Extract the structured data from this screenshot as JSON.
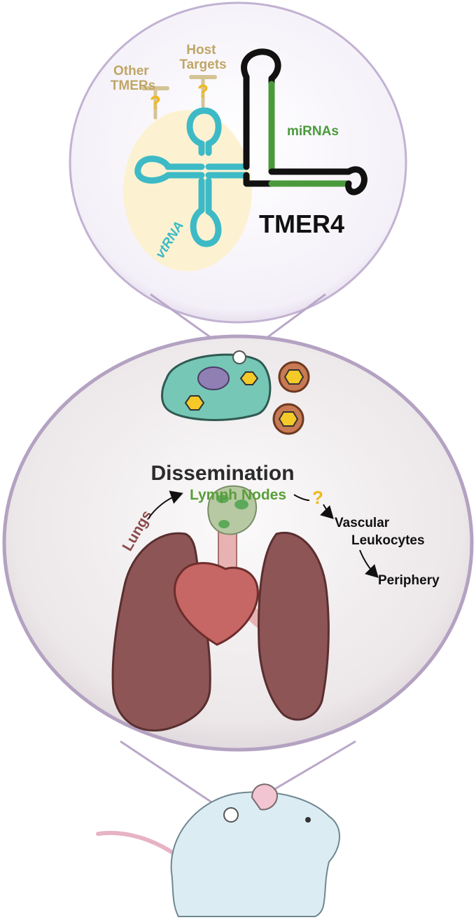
{
  "labels": {
    "other_tmers": [
      "Other",
      "TMERs"
    ],
    "host_targets": [
      "Host",
      "Targets"
    ],
    "question_mark": "?",
    "mirnas": "miRNAs",
    "vtrna": "vtRNA",
    "tmer4": "TMER4",
    "dissemination": "Dissemination",
    "lymph_nodes": "Lymph Nodes",
    "lungs": "Lungs",
    "vascular_leukocytes": [
      "Vascular",
      "Leukocytes"
    ],
    "periphery": "Periphery"
  },
  "colors": {
    "vtrna_stroke": "#3dbac6",
    "mirna_stroke": "#4a9a3c",
    "tmer_stroke": "#111111",
    "target_label": "#bfa666",
    "question": "#f1b81b",
    "lung": "#8e5556",
    "heart": "#c66665",
    "lymph": "#5a9e3a",
    "bubble_outline": "#b9a8c9",
    "cell": "#76c7b5",
    "virion": "#b2633f"
  },
  "icons": [
    "trachea-icon",
    "lung-icon",
    "heart-icon",
    "lymph-node-icon",
    "cell-icon",
    "virion-icon",
    "mouse-icon"
  ]
}
